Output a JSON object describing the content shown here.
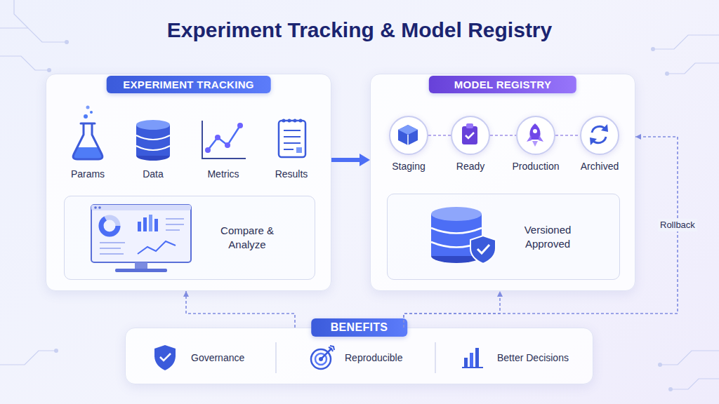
{
  "diagram": {
    "title": "Experiment Tracking & Model Registry",
    "nodes": [
      {
        "text": [
          "EXPERIMENT TRACKING"
        ]
      },
      {
        "text": [
          "Compare & Analyze"
        ],
        "in": 0
      },
      {
        "text": [
          "MODEL REGISTRY"
        ]
      },
      {
        "text": [
          "Staging"
        ],
        "in": 2
      },
      {
        "text": [
          "Ready"
        ],
        "in": 2
      },
      {
        "text": [
          "Production"
        ],
        "in": 2
      },
      {
        "text": [
          "Archived"
        ],
        "in": 2
      },
      {
        "text": [
          "Versioned Approved"
        ],
        "in": 2
      },
      {
        "text": [
          "BENEFITS"
        ]
      }
    ],
    "edges": [
      {
        "from": 0,
        "to": 2,
        "arrow": "to"
      },
      {
        "from": 3,
        "to": 4,
        "arrow": "none"
      },
      {
        "from": 4,
        "to": 5,
        "arrow": "none"
      },
      {
        "from": 5,
        "to": 6,
        "arrow": "none"
      },
      {
        "from": 8,
        "to": 0,
        "arrow": "to"
      },
      {
        "from": 8,
        "to": 2,
        "arrow": "to"
      },
      {
        "from": 8,
        "to": 2,
        "label": "Rollback",
        "arrow": "to"
      }
    ],
    "labels": [
      "Params",
      "Data",
      "Metrics",
      "Results",
      "Governance",
      "Reproducible",
      "Better Decisions"
    ]
  }
}
